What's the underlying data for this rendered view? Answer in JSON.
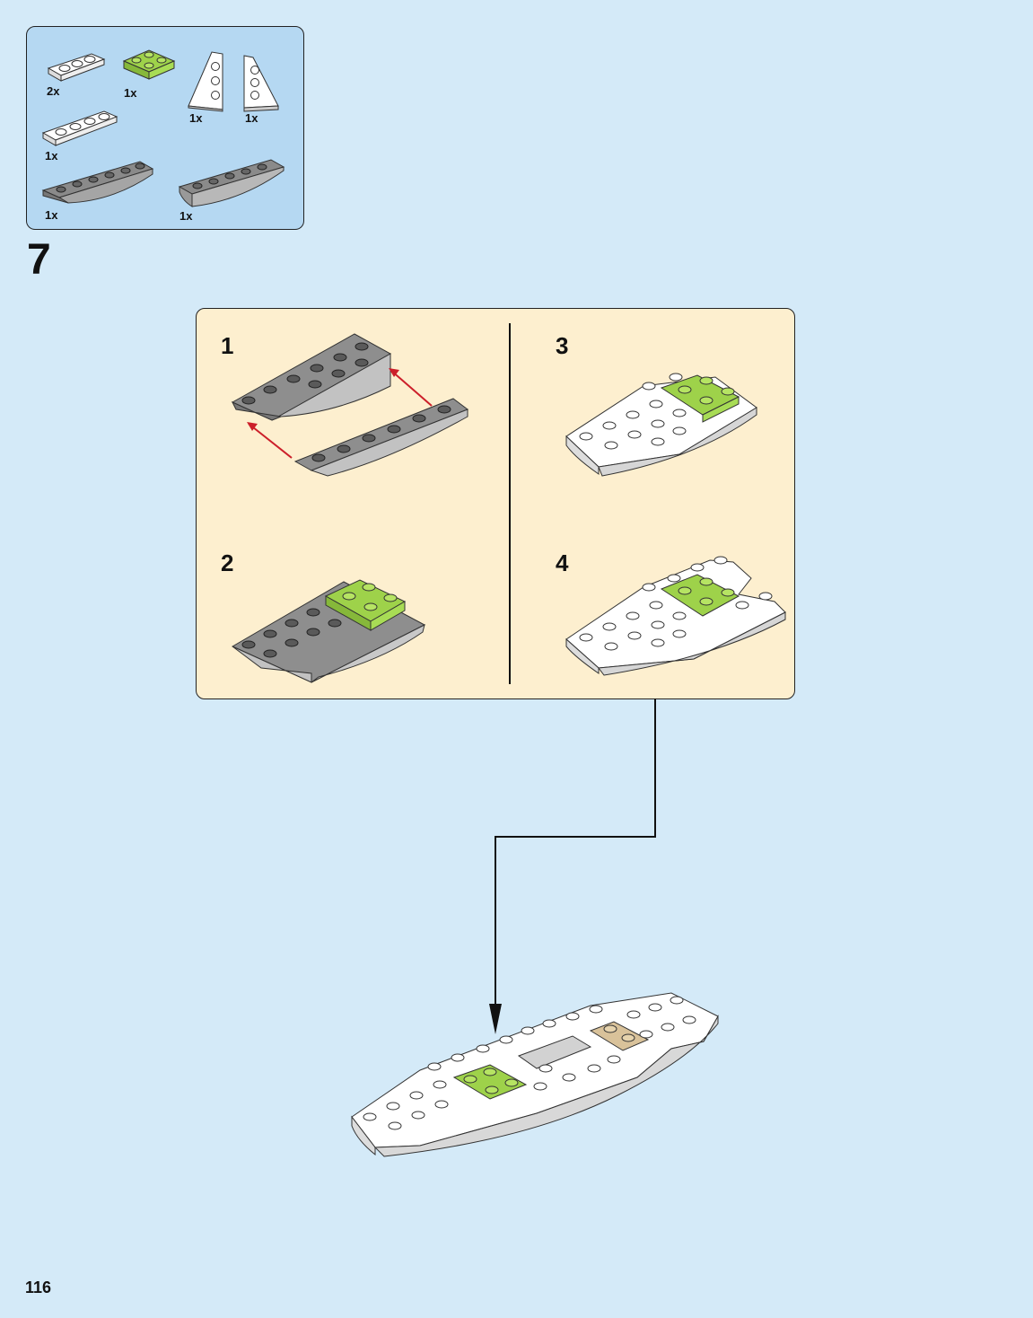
{
  "page_number": "116",
  "step": "7",
  "parts_list": {
    "plate_1x3_white": {
      "qty": "2x",
      "color": "#ffffff"
    },
    "plate_2x2_green": {
      "qty": "1x",
      "color": "#9ed24a"
    },
    "wedge_plate_left_white": {
      "qty": "1x",
      "color": "#ffffff"
    },
    "wedge_plate_right_white": {
      "qty": "1x",
      "color": "#ffffff"
    },
    "plate_1x4_white": {
      "qty": "1x",
      "color": "#ffffff"
    },
    "slope_inverted_dark_grey": {
      "qty": "1x",
      "color": "#8c8c8c"
    },
    "slope_inverted_light_grey": {
      "qty": "1x",
      "color": "#b4b4b4"
    }
  },
  "substeps": [
    {
      "label": "1"
    },
    {
      "label": "2"
    },
    {
      "label": "3"
    },
    {
      "label": "4"
    }
  ],
  "colors": {
    "page_bg": "#d4eaf8",
    "parts_bg": "#b5d8f2",
    "subpanel_bg": "#fdefcf",
    "arrow_red": "#cc1f2a",
    "brick_green": "#9ed24a",
    "brick_tan": "#d9c29a",
    "brick_dark_grey": "#7a7a7a"
  }
}
